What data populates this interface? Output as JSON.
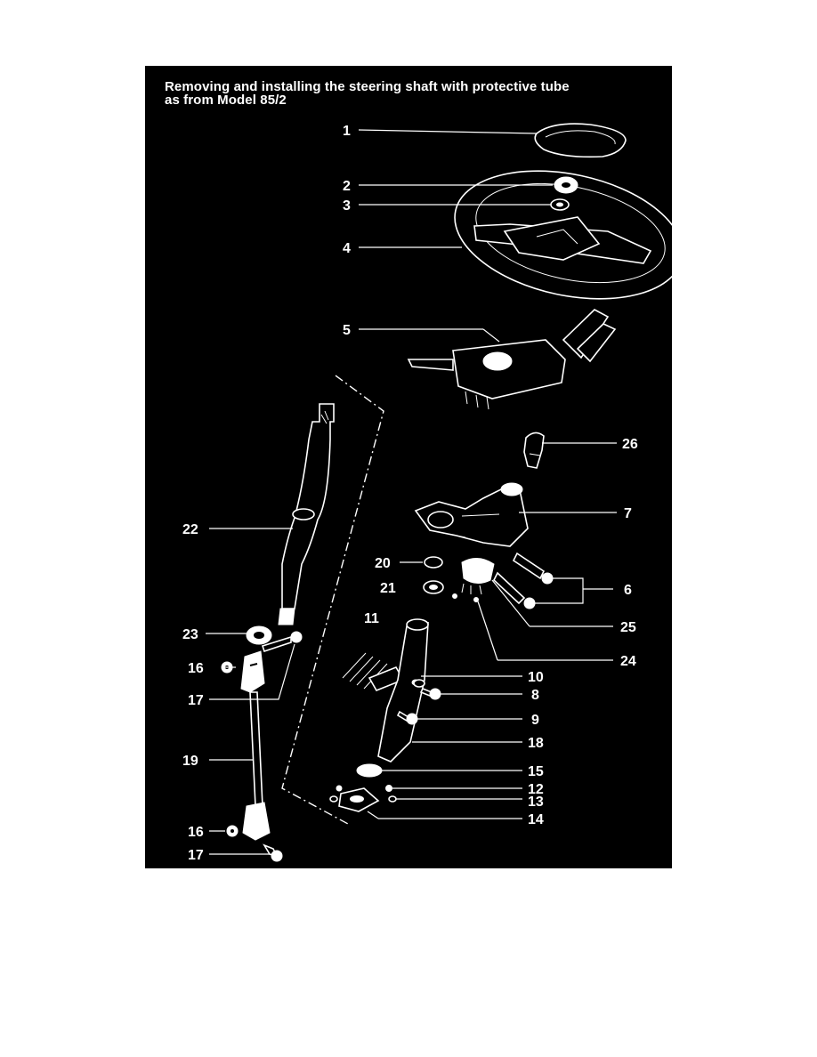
{
  "diagram": {
    "title_line1": "Removing and installing the steering shaft with protective tube",
    "title_line2": "as from Model 85/2",
    "callouts": [
      "1",
      "2",
      "3",
      "4",
      "5",
      "26",
      "7",
      "22",
      "20",
      "21",
      "6",
      "25",
      "24",
      "11",
      "23",
      "10",
      "16",
      "8",
      "17",
      "9",
      "18",
      "19",
      "15",
      "12",
      "13",
      "14",
      "16",
      "17"
    ]
  },
  "colors": {
    "page_bg": "#ffffff",
    "panel_bg": "#000000",
    "ink": "#ffffff"
  }
}
